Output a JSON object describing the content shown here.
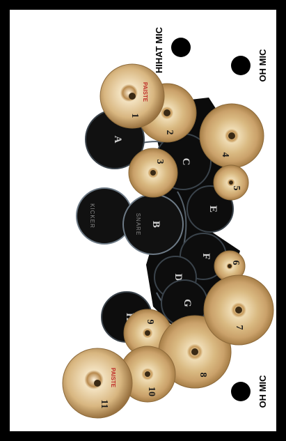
{
  "mics": {
    "hihat_label": "HIHAT MIC",
    "oh_top_label": "OH MIC",
    "oh_bottom_label": "OH MIC"
  },
  "drums": {
    "A": "A",
    "B": "B",
    "C": "C",
    "D": "D",
    "E": "E",
    "F": "F",
    "G": "G",
    "H": "H",
    "B_word": "SNARE",
    "kick_word": "KICKER"
  },
  "cymbals": {
    "c1": "1",
    "c2": "2",
    "c3": "3",
    "c4": "4",
    "c5": "5",
    "c6": "6",
    "c7": "7",
    "c8": "8",
    "c9": "9",
    "c10": "10",
    "c11": "11"
  },
  "colors": {
    "frame": "#000000",
    "drum": "#111111",
    "drum_rim": "#6d7a86",
    "cymbal_light": "#e8d3a6",
    "cymbal_dark": "#a8824a",
    "rack": "#0b0b0b"
  }
}
